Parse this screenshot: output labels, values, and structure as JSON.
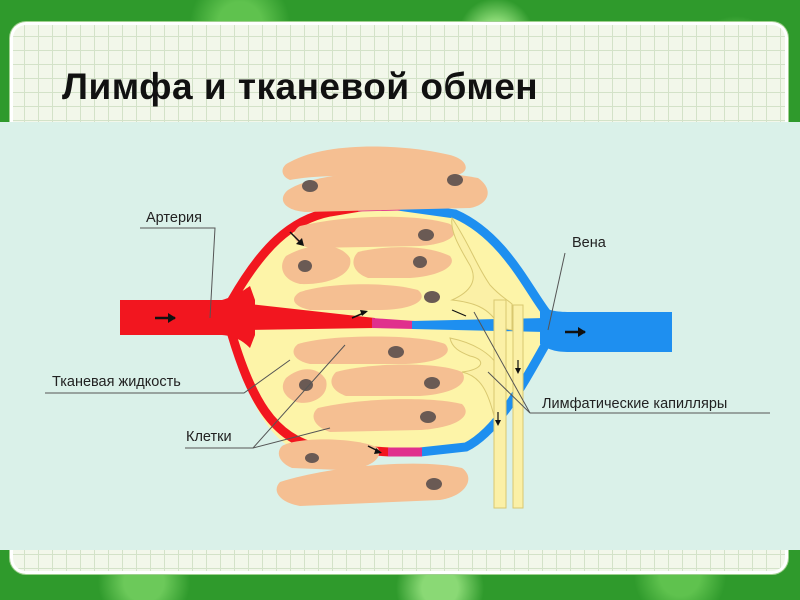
{
  "slide": {
    "title": "Лимфа и тканевой обмен"
  },
  "diagram": {
    "labels": {
      "artery": "Артерия",
      "vein": "Вена",
      "tissue_fluid": "Тканевая жидкость",
      "cells": "Клетки",
      "lymph_capillaries": "Лимфатические капилляры"
    },
    "colors": {
      "artery": "#f2161f",
      "vein": "#1e8ff0",
      "capillary_mix": "#e0308d",
      "tissue_fluid": "#fdf4a8",
      "lymph_vessel": "#fbf0a6",
      "lymph_outline": "#d9c870",
      "cell": "#f5bf92",
      "nucleus": "#6a5a54",
      "panel": "#daf1e9"
    }
  }
}
